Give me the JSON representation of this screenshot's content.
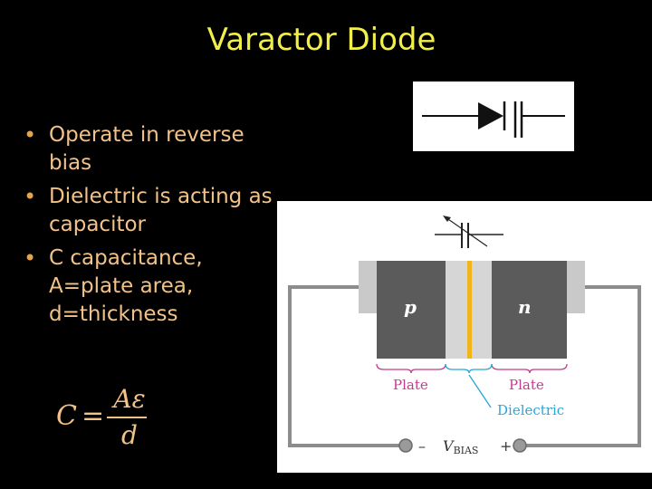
{
  "slide": {
    "title": "Varactor Diode",
    "bullets": [
      "Operate in reverse bias",
      "Dielectric is acting as capacitor",
      "C capacitance, A=plate area, d=thickness"
    ],
    "bullet_marker": "•",
    "formula": {
      "lhs": "C",
      "equals": "=",
      "numerator": "Aε",
      "denominator": "d"
    }
  },
  "diagram": {
    "p_label": "p",
    "n_label": "n",
    "plate_left_label": "Plate",
    "plate_right_label": "Plate",
    "dielectric_label": "Dielectric",
    "minus_sign": "–",
    "plus_sign": "+",
    "vbias_main": "V",
    "vbias_sub": "BIAS"
  },
  "colors": {
    "background": "#000000",
    "title": "#f2ef4a",
    "bullet_text": "#f3c289",
    "bracket": "#c43a8e",
    "dielectric_line": "#27a6d9",
    "dielectric_fill": "#f1b41b",
    "semiconductor": "#5b5b5b"
  }
}
